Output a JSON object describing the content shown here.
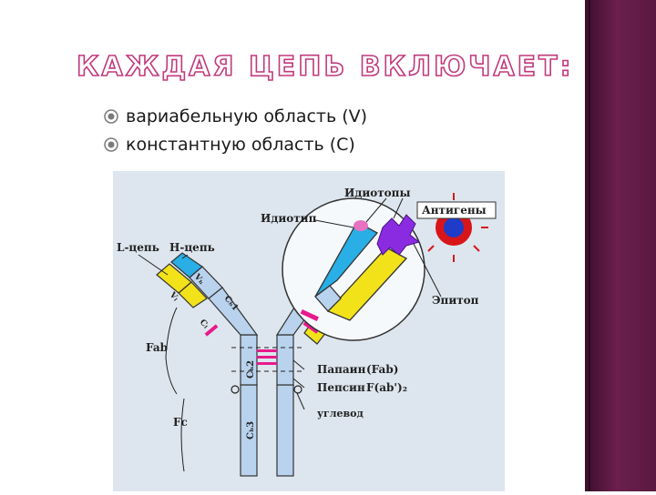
{
  "slide": {
    "title": "КАЖДАЯ ЦЕПЬ ВКЛЮЧАЕТ:",
    "bullets": [
      {
        "text": "вариабельную область (V)",
        "icon": "target-bullet-icon"
      },
      {
        "text": "константную область (С)",
        "icon": "target-bullet-icon"
      }
    ]
  },
  "diagram": {
    "labels": {
      "idiotopes": "Идиотопы",
      "antigens": "Антигены",
      "idiotype": "Идиотип",
      "l_chain": "L-цепь",
      "h_chain": "Н-цепь",
      "epitope": "Эпитоп",
      "fab": "Fab",
      "fc": "Fc",
      "papain": "Папаин",
      "papain_fragment": "(Fab)",
      "pepsin": "Пепсин",
      "pepsin_fragment": "F(ab')₂",
      "carbohydrate": "углевод",
      "vh": "Vₕ",
      "vl": "Vₗ",
      "ch1": "Cₕ1",
      "cl": "Cₗ",
      "ch2": "Cₕ2",
      "ch3": "Cₕ3"
    },
    "colors": {
      "heavy_variable": "#29aee6",
      "light_chain": "#f2e21a",
      "heavy_constant": "#b9d3ee",
      "disulfide": "#e8198b",
      "antigen_red": "#d8161a",
      "idiotope_purple": "#8a2be2",
      "background": "#dde6ee"
    }
  }
}
